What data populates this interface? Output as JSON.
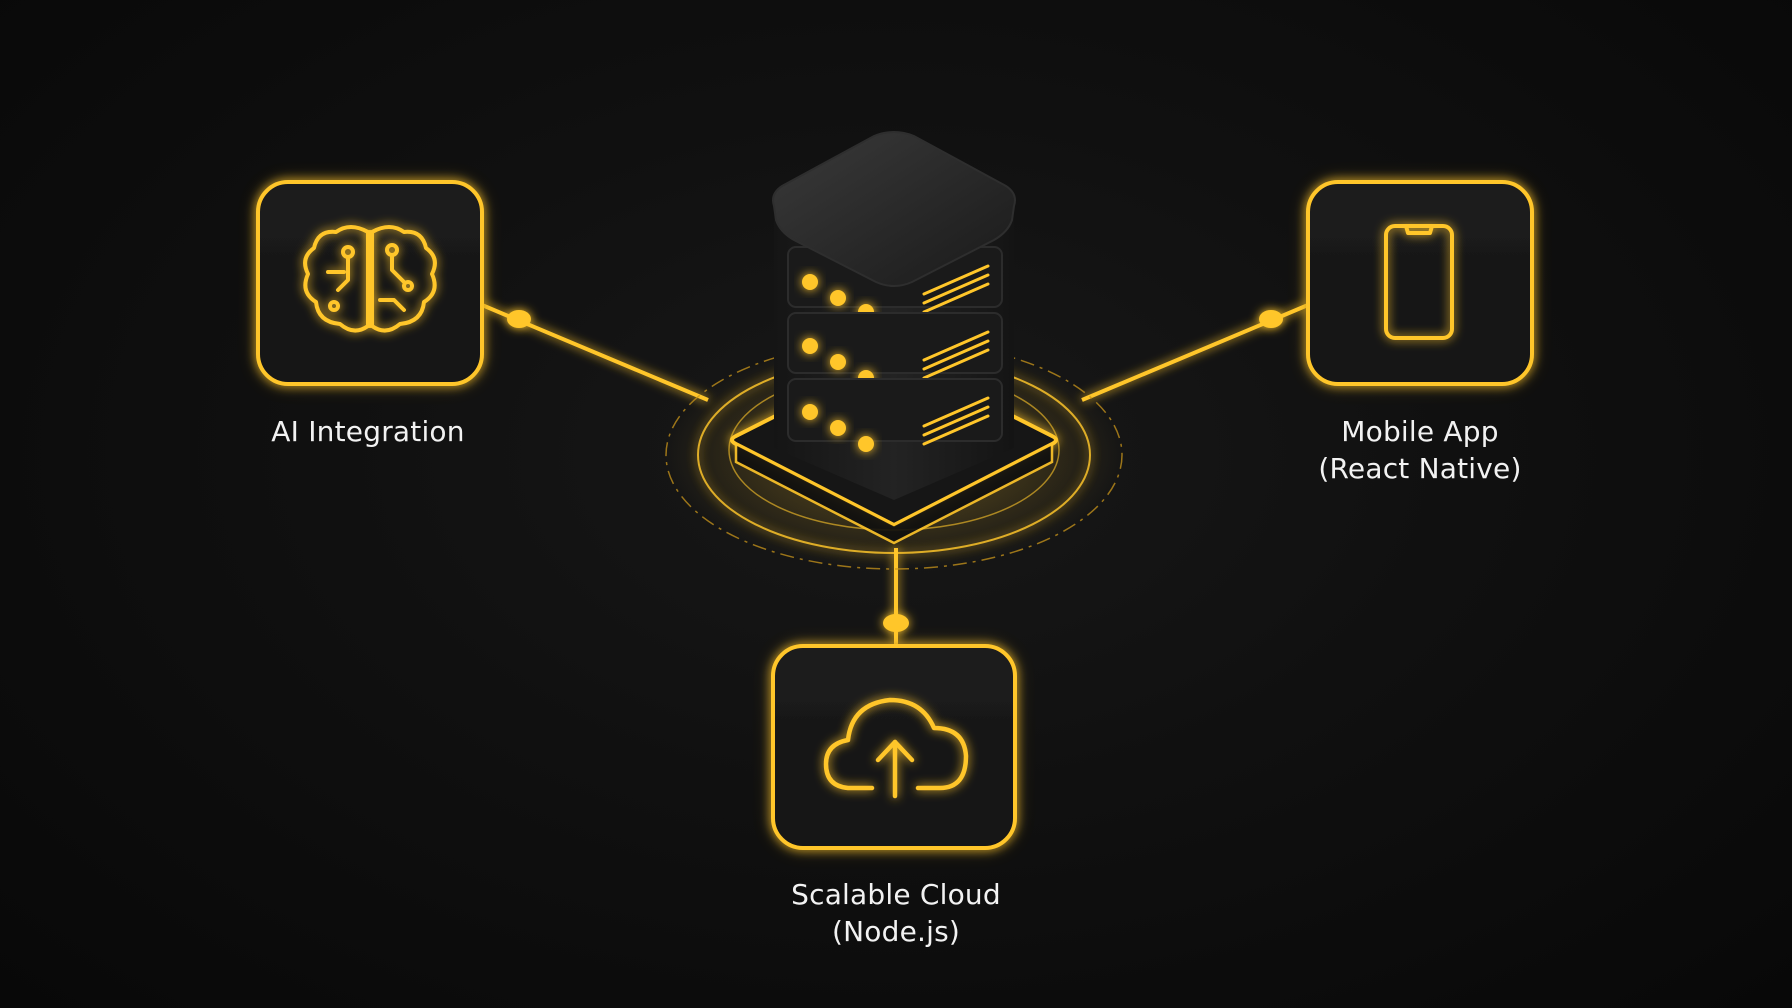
{
  "nodes": {
    "ai": {
      "label": "AI Integration",
      "icon": "brain-circuit-icon"
    },
    "mobile": {
      "label_line1": "Mobile App",
      "label_line2": "(React Native)",
      "icon": "smartphone-icon"
    },
    "cloud": {
      "label_line1": "Scalable Cloud",
      "label_line2": "(Node.js)",
      "icon": "cloud-upload-icon"
    },
    "server": {
      "icon": "server-stack-icon"
    }
  },
  "colors": {
    "accent": "#ffc62a",
    "background": "#0c0c0c",
    "tile": "#161616",
    "server_body": "#1c1c1c",
    "text": "#f2f2f2"
  }
}
